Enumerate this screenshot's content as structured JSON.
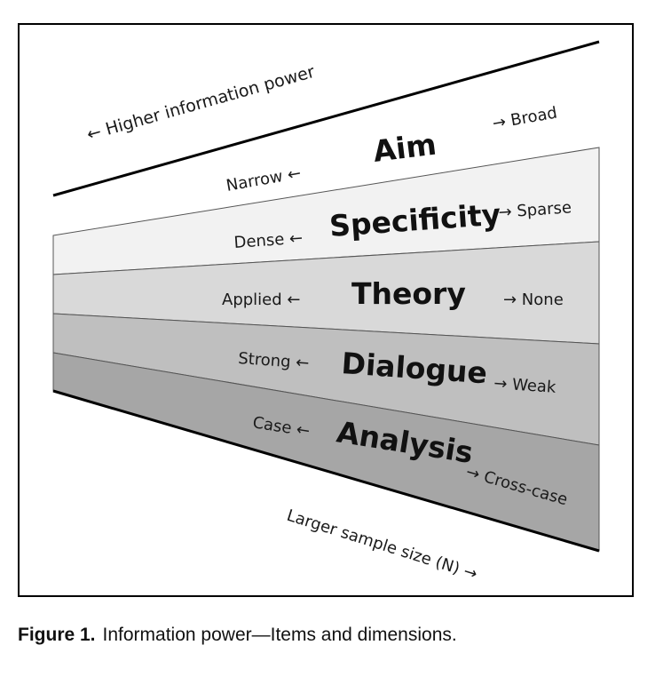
{
  "top_label": "← Higher information power",
  "bottom_label": "Larger sample size (N) →",
  "bands": [
    {
      "name": "Aim",
      "left": "Narrow ←",
      "right": "→ Broad",
      "color": "#ffffff"
    },
    {
      "name": "Specificity",
      "left": "Dense ←",
      "right": "→ Sparse",
      "color": "#f2f2f2"
    },
    {
      "name": "Theory",
      "left": "Applied ←",
      "right": "→ None",
      "color": "#d9d9d9"
    },
    {
      "name": "Dialogue",
      "left": "Strong ←",
      "right": "→ Weak",
      "color": "#bfbfbf"
    },
    {
      "name": "Analysis",
      "left": "Case ←",
      "right": "→ Cross-case",
      "color": "#a6a6a6"
    }
  ],
  "caption": {
    "label": "Figure 1.",
    "text": "Information power—Items and dimensions."
  }
}
